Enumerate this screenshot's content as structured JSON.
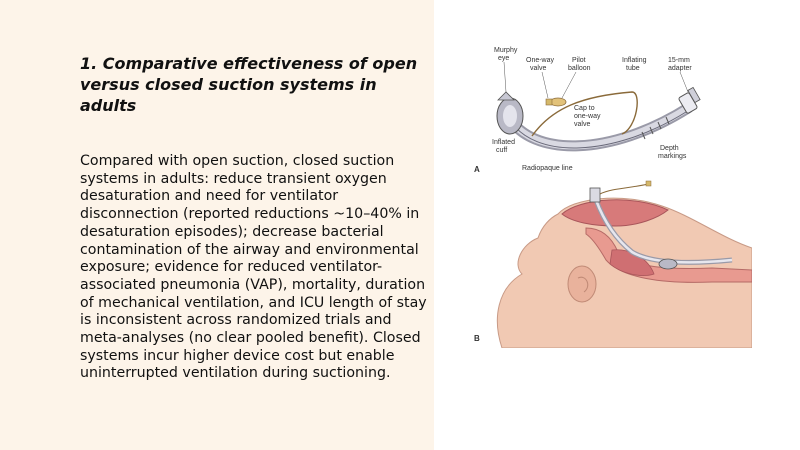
{
  "slide": {
    "title": "1. Comparative effectiveness of open versus closed suction systems in adults",
    "body": "Compared with open suction, closed suction systems in adults: reduce transient oxygen desaturation and need for ventilator disconnection (reported reductions ~10–40% in desaturation episodes); decrease bacterial contamination of the airway and environmental exposure; evidence for reduced ventilator-associated pneumonia (VAP), mortality, duration of mechanical ventilation, and ICU length of stay is inconsistent across randomized trials and meta-analyses (no clear pooled benefit). Closed systems incur higher device cost but enable uninterrupted ventilation during suctioning."
  },
  "figure": {
    "labels": {
      "murphy_eye": "Murphy eye",
      "one_way_valve": "One-way valve",
      "pilot_balloon": "Pilot balloon",
      "inflating_tube": "Inflating tube",
      "adapter": "15-mm adapter",
      "cap": "Cap to one-way valve",
      "inflated_cuff": "Inflated cuff",
      "depth_markings": "Depth markings",
      "radiopaque_line": "Radiopaque line",
      "panel_a": "A",
      "panel_b": "B"
    }
  },
  "colors": {
    "left_panel_bg": "#fdf4e9",
    "text": "#111111"
  }
}
